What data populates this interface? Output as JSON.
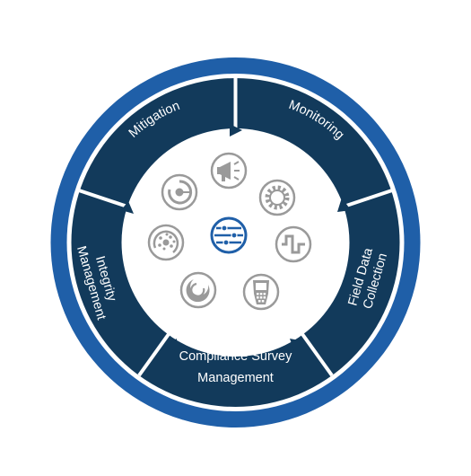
{
  "ring_title": "Data Services",
  "segments": [
    {
      "key": "monitoring",
      "lines": [
        "Monitoring"
      ]
    },
    {
      "key": "field-data-collection",
      "lines": [
        "Field Data",
        "Collection"
      ]
    },
    {
      "key": "compliance-survey-management",
      "lines": [
        "Compliance Survey",
        "Management"
      ]
    },
    {
      "key": "integrity-management",
      "lines": [
        "Integrity",
        "Management"
      ]
    },
    {
      "key": "mitigation",
      "lines": [
        "Mitigation"
      ]
    }
  ],
  "icons": [
    {
      "name": "target-icon"
    },
    {
      "name": "megaphone-icon"
    },
    {
      "name": "gear-icon"
    },
    {
      "name": "square-wave-icon"
    },
    {
      "name": "handheld-device-icon"
    },
    {
      "name": "crescent-icon"
    },
    {
      "name": "radar-scatter-icon"
    },
    {
      "name": "network-globe-icon"
    }
  ],
  "colors": {
    "outer_ring": "#1f5fa8",
    "segments": "#123a5b",
    "gap": "#ffffff",
    "icon_gray": "#9a9a9a",
    "center_icon": "#1f5fa8"
  }
}
